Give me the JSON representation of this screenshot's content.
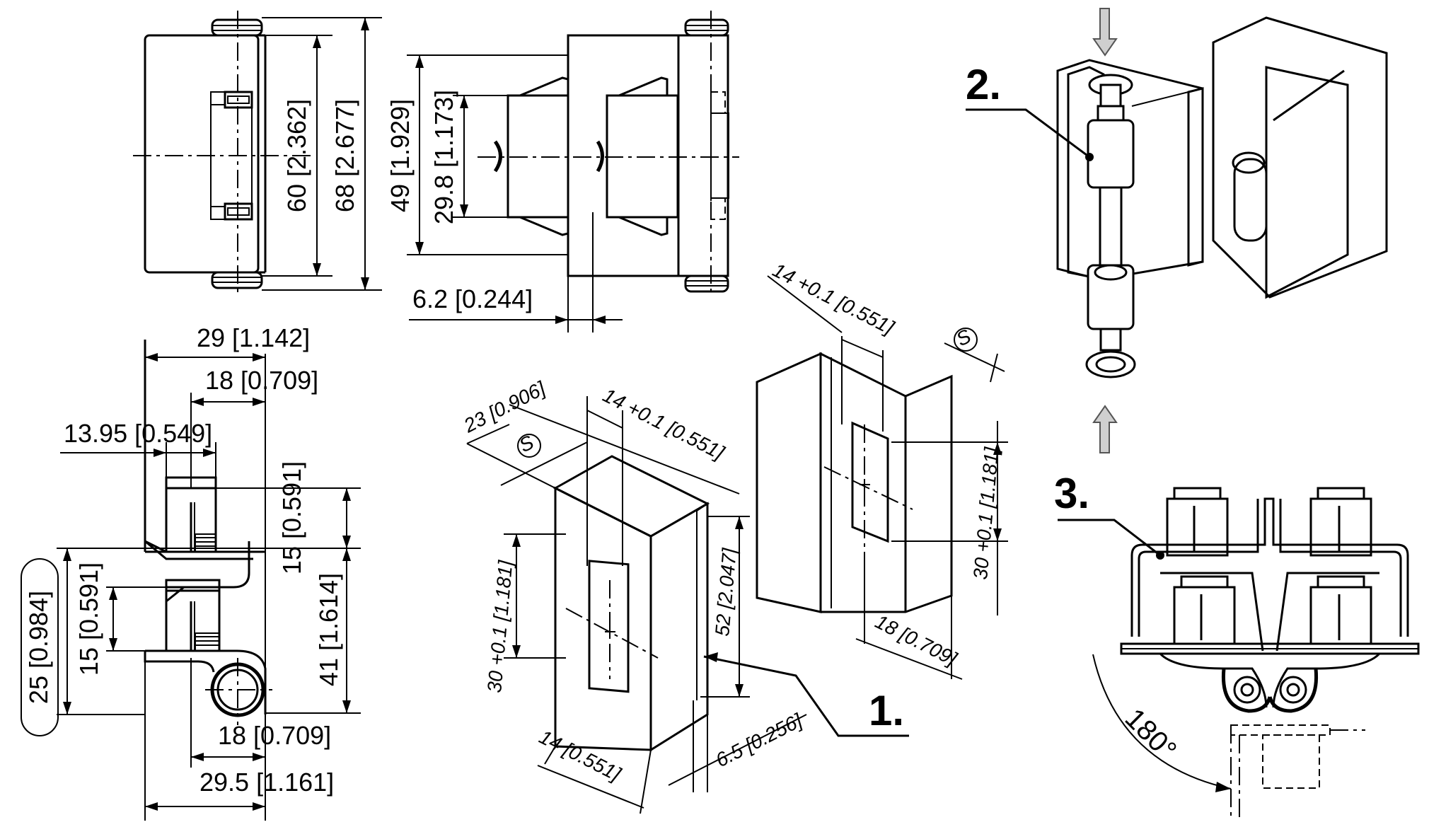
{
  "dimensions": {
    "front_height_inner": "60 [2.362]",
    "front_height_outer": "68 [2.677]",
    "side_height_outer": "49 [1.929]",
    "side_height_inner": "29.8 [1.173]",
    "side_offset": "6.2 [0.244]",
    "top_width_overall": "29 [1.142]",
    "top_width_inner": "18 [0.709]",
    "top_pin_offset": "13.95 [0.549]",
    "top_upper_height": "15 [0.591]",
    "top_lower_height": "41 [1.614]",
    "top_left_boxed": "25 [0.984]",
    "top_left_height": "15 [0.591]",
    "bottom_width_inner": "18 [0.709]",
    "bottom_width_overall": "29.5 [1.161]",
    "cut_left_depth": "23 [0.906]",
    "cut_left_slot_tol": "14 +0.1 [0.551]",
    "cut_left_slot_height": "30 +0.1 [1.181]",
    "cut_left_height": "52 [2.047]",
    "cut_left_width": "14 [0.551]",
    "cut_left_offset": "6.5 [0.256]",
    "cut_right_slot_tol": "14 +0.1 [0.551]",
    "cut_right_slot_height": "30 +0.1 [1.181]",
    "cut_right_width": "18 [0.709]"
  },
  "symbols": {
    "thickness_symbol": "S"
  },
  "steps": {
    "step1": "1.",
    "step2": "2.",
    "step3": "3."
  },
  "angle": "180°"
}
